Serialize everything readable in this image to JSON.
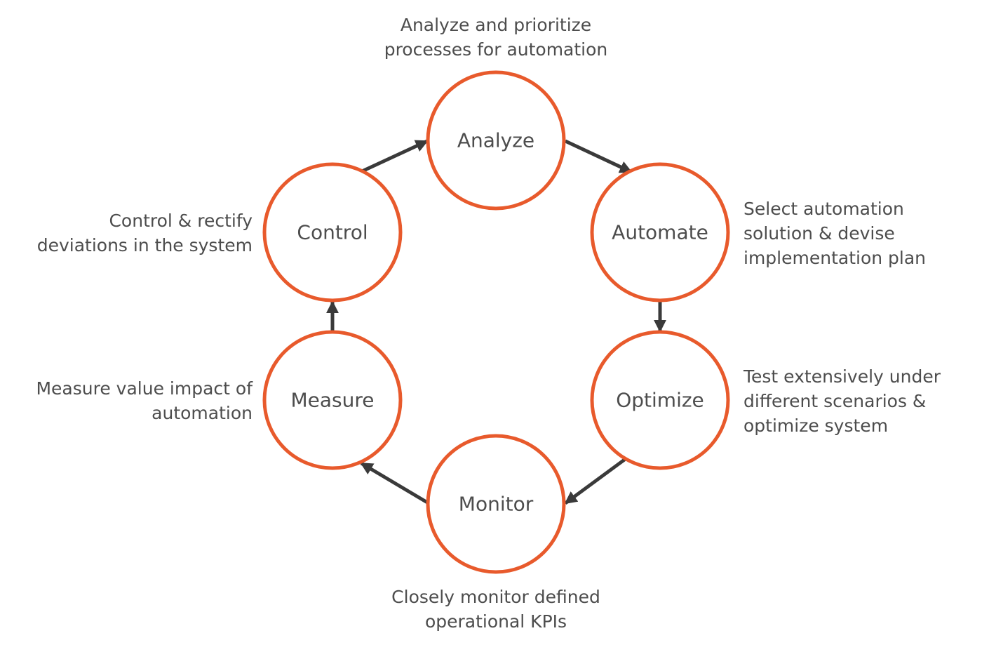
{
  "colors": {
    "ring": "#e85a2c",
    "arrow": "#3a3a3a",
    "text": "#4d4d4d",
    "background": "#ffffff"
  },
  "nodes": [
    {
      "id": "analyze",
      "label": "Analyze"
    },
    {
      "id": "automate",
      "label": "Automate"
    },
    {
      "id": "optimize",
      "label": "Optimize"
    },
    {
      "id": "monitor",
      "label": "Monitor"
    },
    {
      "id": "measure",
      "label": "Measure"
    },
    {
      "id": "control",
      "label": "Control"
    }
  ],
  "descriptions": {
    "analyze": [
      "Analyze and prioritize",
      "processes for automation"
    ],
    "automate": [
      "Select automation",
      "solution & devise",
      "implementation plan"
    ],
    "optimize": [
      "Test extensively under",
      "different scenarios &",
      "optimize system"
    ],
    "monitor": [
      "Closely monitor defined",
      "operational KPIs"
    ],
    "measure": [
      "Measure value impact of",
      "automation"
    ],
    "control": [
      "Control & rectify",
      "deviations in the system"
    ]
  },
  "edges": [
    {
      "from": "analyze",
      "to": "automate"
    },
    {
      "from": "automate",
      "to": "optimize"
    },
    {
      "from": "optimize",
      "to": "monitor"
    },
    {
      "from": "monitor",
      "to": "measure"
    },
    {
      "from": "measure",
      "to": "control"
    },
    {
      "from": "control",
      "to": "analyze"
    }
  ]
}
